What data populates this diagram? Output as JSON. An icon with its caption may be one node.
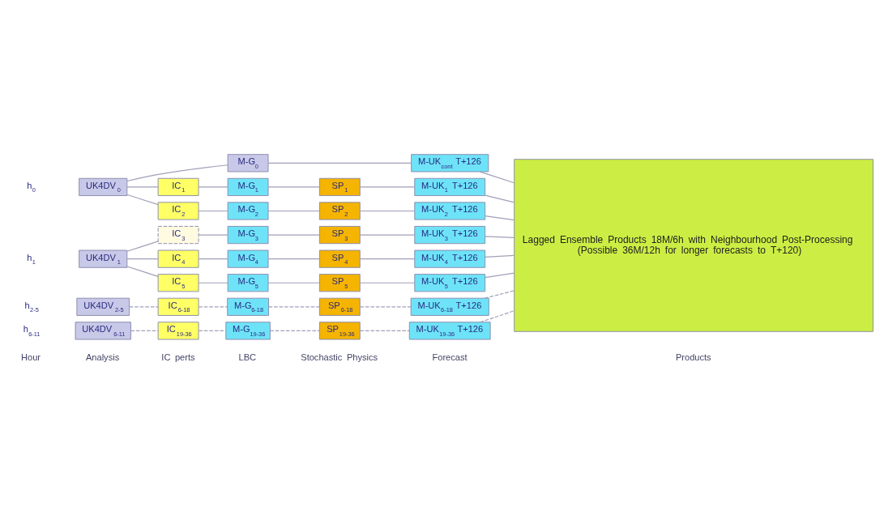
{
  "diagram": {
    "nodes": [
      {
        "text": [
          "UK4DV$_{0}$"
        ]
      },
      {
        "text": [
          "M-G$_{0}$"
        ]
      },
      {
        "text": [
          "M-UK$_{cont}$ T+126"
        ]
      },
      {
        "text": [
          "IC$_{1}$"
        ]
      },
      {
        "text": [
          "M-G$_{1}$"
        ]
      },
      {
        "text": [
          "SP$_{1}$"
        ]
      },
      {
        "text": [
          "M-UK$_{1}$ T+126"
        ]
      },
      {
        "text": [
          "IC$_{2}$"
        ]
      },
      {
        "text": [
          "M-G$_{2}$"
        ]
      },
      {
        "text": [
          "SP$_{2}$"
        ]
      },
      {
        "text": [
          "M-UK$_{2}$ T+126"
        ]
      },
      {
        "text": [
          "UK4DV$_{1}$"
        ]
      },
      {
        "text": [
          "IC$_{3}$"
        ]
      },
      {
        "text": [
          "M-G$_{3}$"
        ]
      },
      {
        "text": [
          "SP$_{3}$"
        ]
      },
      {
        "text": [
          "M-UK$_{3}$ T+126"
        ]
      },
      {
        "text": [
          "IC$_{4}$"
        ]
      },
      {
        "text": [
          "M-G$_{4}$"
        ]
      },
      {
        "text": [
          "SP$_{4}$"
        ]
      },
      {
        "text": [
          "M-UK$_{4}$ T+126"
        ]
      },
      {
        "text": [
          "IC$_{5}$"
        ]
      },
      {
        "text": [
          "M-G$_{5}$"
        ]
      },
      {
        "text": [
          "SP$_{5}$"
        ]
      },
      {
        "text": [
          "M-UK$_{5}$ T+126"
        ]
      },
      {
        "text": [
          "UK4DV$_{2-5}$"
        ]
      },
      {
        "text": [
          "IC$_{6-18}$"
        ]
      },
      {
        "text": [
          "M-G$_{6-18}$"
        ]
      },
      {
        "text": [
          "SP$_{6-18}$"
        ]
      },
      {
        "text": [
          "M-UK$_{6-18}$ T+126"
        ]
      },
      {
        "text": [
          "UK4DV$_{6-11}$"
        ]
      },
      {
        "text": [
          "IC$_{19-36}$"
        ]
      },
      {
        "text": [
          "M-G$_{19-36}$"
        ]
      },
      {
        "text": [
          "SP$_{19-36}$"
        ]
      },
      {
        "text": [
          "M-UK$_{19-36}$ T+126"
        ]
      },
      {
        "text": [
          "Lagged Ensemble Products 18M/6h with Neighbourhood Post-Processing",
          "(Possible 36M/12h for longer forecasts to T+120)"
        ]
      }
    ],
    "edges": [
      {
        "from": 0,
        "to": 1,
        "arrow": "none"
      },
      {
        "from": 1,
        "to": 2,
        "arrow": "none"
      },
      {
        "from": 2,
        "to": 34,
        "arrow": "none"
      },
      {
        "from": 0,
        "to": 3,
        "arrow": "none"
      },
      {
        "from": 3,
        "to": 4,
        "arrow": "none"
      },
      {
        "from": 4,
        "to": 5,
        "arrow": "none"
      },
      {
        "from": 5,
        "to": 6,
        "arrow": "none"
      },
      {
        "from": 6,
        "to": 34,
        "arrow": "none"
      },
      {
        "from": 0,
        "to": 7,
        "arrow": "none"
      },
      {
        "from": 7,
        "to": 8,
        "arrow": "none"
      },
      {
        "from": 8,
        "to": 9,
        "arrow": "none"
      },
      {
        "from": 9,
        "to": 10,
        "arrow": "none"
      },
      {
        "from": 10,
        "to": 34,
        "arrow": "none"
      },
      {
        "from": 11,
        "to": 12,
        "arrow": "none"
      },
      {
        "from": 12,
        "to": 13,
        "arrow": "none"
      },
      {
        "from": 13,
        "to": 14,
        "arrow": "none"
      },
      {
        "from": 14,
        "to": 15,
        "arrow": "none"
      },
      {
        "from": 15,
        "to": 34,
        "arrow": "none"
      },
      {
        "from": 11,
        "to": 16,
        "arrow": "none"
      },
      {
        "from": 16,
        "to": 17,
        "arrow": "none"
      },
      {
        "from": 17,
        "to": 18,
        "arrow": "none"
      },
      {
        "from": 18,
        "to": 19,
        "arrow": "none"
      },
      {
        "from": 19,
        "to": 34,
        "arrow": "none"
      },
      {
        "from": 11,
        "to": 20,
        "arrow": "none"
      },
      {
        "from": 20,
        "to": 21,
        "arrow": "none"
      },
      {
        "from": 21,
        "to": 22,
        "arrow": "none"
      },
      {
        "from": 22,
        "to": 23,
        "arrow": "none"
      },
      {
        "from": 23,
        "to": 34,
        "arrow": "none"
      },
      {
        "from": 24,
        "to": 25,
        "arrow": "none",
        "style": "dashed"
      },
      {
        "from": 25,
        "to": 26,
        "arrow": "none",
        "style": "dashed"
      },
      {
        "from": 26,
        "to": 27,
        "arrow": "none",
        "style": "dashed"
      },
      {
        "from": 27,
        "to": 28,
        "arrow": "none",
        "style": "dashed"
      },
      {
        "from": 28,
        "to": 34,
        "arrow": "none",
        "style": "dashed"
      },
      {
        "from": 29,
        "to": 30,
        "arrow": "none",
        "style": "dashed"
      },
      {
        "from": 30,
        "to": 31,
        "arrow": "none",
        "style": "dashed"
      },
      {
        "from": 31,
        "to": 32,
        "arrow": "none",
        "style": "dashed"
      },
      {
        "from": 32,
        "to": 33,
        "arrow": "none",
        "style": "dashed"
      },
      {
        "from": 33,
        "to": 34,
        "arrow": "none",
        "style": "dashed"
      }
    ],
    "labels": [
      "Hour",
      "Analysis",
      "IC perts",
      "LBC",
      "Stochastic Physics",
      "Forecast",
      "Products",
      "h$_{0}$",
      "h$_{1}$",
      "h$_{2-5}$",
      "h$_{6-11}$"
    ]
  }
}
